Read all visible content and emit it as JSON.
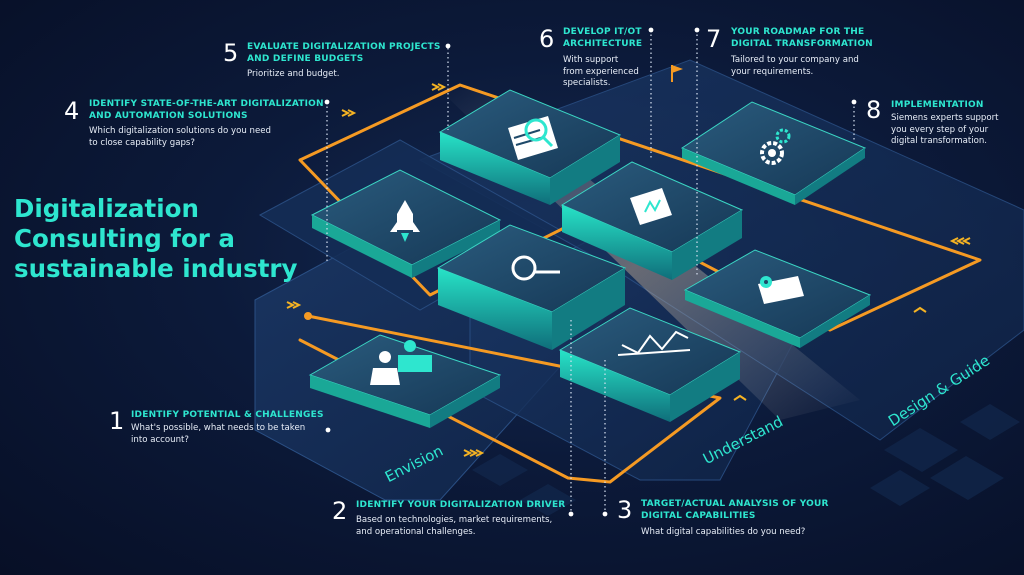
{
  "title": {
    "lines": [
      "Digitalization",
      "Consulting for a",
      "sustainable industry"
    ]
  },
  "phases": {
    "envision": "Envision",
    "understand": "Understand",
    "design": "Design & Guide"
  },
  "steps": [
    {
      "num": "1",
      "head": [
        "IDENTIFY POTENTIAL & CHALLENGES"
      ],
      "desc": [
        "What's possible, what needs to be taken",
        "into account?"
      ]
    },
    {
      "num": "2",
      "head": [
        "IDENTIFY YOUR DIGITALIZATION DRIVER"
      ],
      "desc": [
        "Based on technologies, market requirements,",
        "and operational challenges."
      ]
    },
    {
      "num": "3",
      "head": [
        "TARGET/ACTUAL ANALYSIS OF YOUR",
        "DIGITAL CAPABILITIES"
      ],
      "desc": [
        "What digital capabilities do you need?"
      ]
    },
    {
      "num": "4",
      "head": [
        "IDENTIFY STATE-OF-THE-ART DIGITALIZATION",
        "AND AUTOMATION SOLUTIONS"
      ],
      "desc": [
        "Which digitalization solutions do you need",
        "to close capability gaps?"
      ]
    },
    {
      "num": "5",
      "head": [
        "EVALUATE DIGITALIZATION PROJECTS",
        "AND DEFINE BUDGETS"
      ],
      "desc": [
        "Prioritize and budget."
      ]
    },
    {
      "num": "6",
      "head": [
        "DEVELOP IT/OT",
        "ARCHITECTURE"
      ],
      "desc": [
        "With support",
        "from experienced",
        "specialists."
      ]
    },
    {
      "num": "7",
      "head": [
        "YOUR ROADMAP FOR THE",
        "DIGITAL TRANSFORMATION"
      ],
      "desc": [
        "Tailored to your company and",
        "your requirements."
      ]
    },
    {
      "num": "8",
      "head": [
        "IMPLEMENTATION"
      ],
      "desc": [
        "Siemens experts support",
        "you every step of your",
        "digital transformation."
      ]
    }
  ],
  "icons": {
    "envision_tile": "people-icon",
    "rocket_tile": "rocket-icon",
    "document_tile": "document-search-icon",
    "center_tile": "magnifier-icon",
    "chart_tile": "line-chart-icon",
    "architecture_tile": "blueprint-icon",
    "gear_tile": "gears-icon",
    "map_tile": "map-pin-icon",
    "flag": "flag-icon"
  },
  "colors": {
    "background": "#0a1530",
    "accent": "#2ee6cf",
    "path": "#f59a23",
    "tile_top": "#1f4a6a",
    "tile_side": "#19c9b0"
  }
}
